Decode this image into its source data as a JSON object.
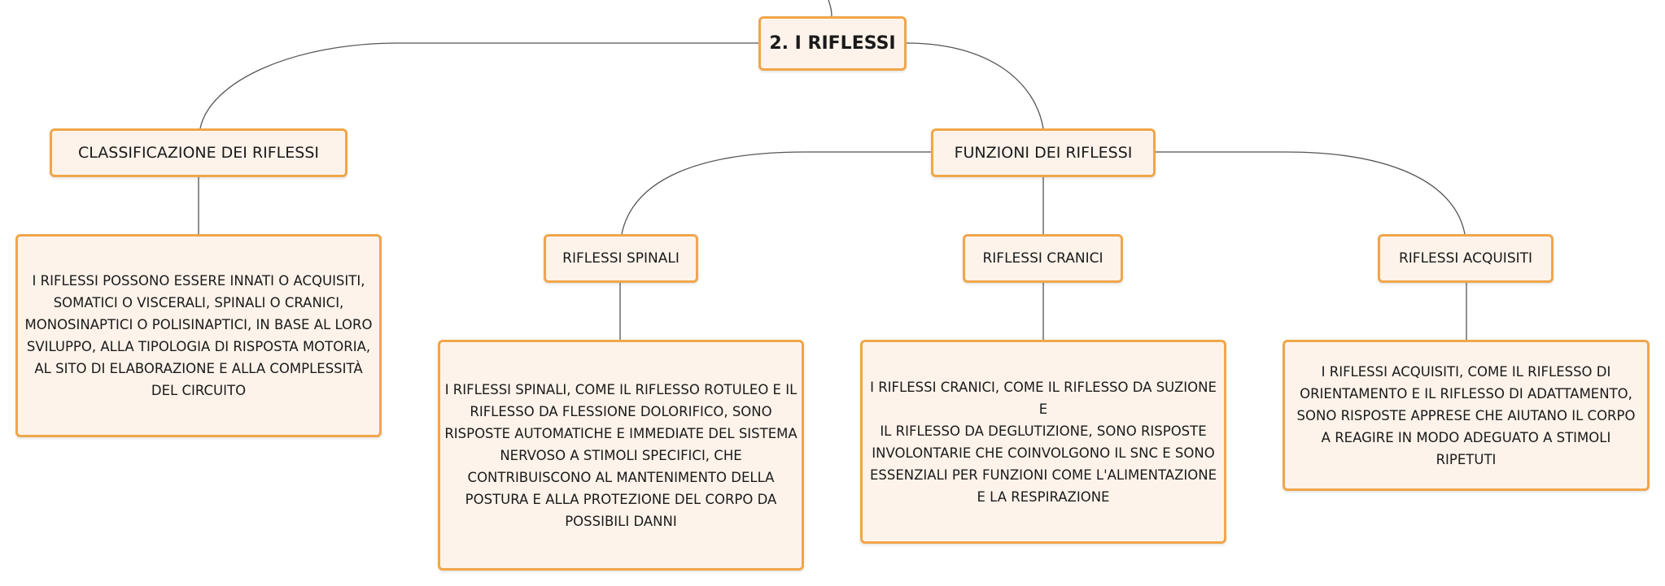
{
  "diagram": {
    "root": {
      "label": "2. I RIFLESSI"
    },
    "classificazione": {
      "label": "CLASSIFICAZIONE DEI RIFLESSI",
      "description": [
        "I RIFLESSI POSSONO ESSERE INNATI O ACQUISITI,",
        "SOMATICI O VISCERALI, SPINALI O CRANICI,",
        "MONOSINAPTICI O POLISINAPTICI, IN BASE AL LORO",
        "SVILUPPO, ALLA TIPOLOGIA DI RISPOSTA MOTORIA,",
        "AL SITO DI ELABORAZIONE E ALLA COMPLESSITÀ",
        "DEL CIRCUITO"
      ]
    },
    "funzioni": {
      "label": "FUNZIONI DEI RIFLESSI",
      "spinali": {
        "label": "RIFLESSI SPINALI",
        "description": [
          "I RIFLESSI SPINALI, COME IL RIFLESSO ROTULEO E IL",
          "RIFLESSO DA FLESSIONE DOLORIFICO, SONO",
          "RISPOSTE AUTOMATICHE E IMMEDIATE DEL SISTEMA",
          "NERVOSO A STIMOLI SPECIFICI, CHE",
          "CONTRIBUISCONO AL MANTENIMENTO DELLA",
          "POSTURA E ALLA PROTEZIONE DEL CORPO DA",
          "POSSIBILI DANNI"
        ]
      },
      "cranici": {
        "label": "RIFLESSI CRANICI",
        "description": [
          "I RIFLESSI CRANICI, COME IL RIFLESSO DA SUZIONE E",
          "IL RIFLESSO DA DEGLUTIZIONE, SONO RISPOSTE",
          "INVOLONTARIE CHE COINVOLGONO IL SNC E SONO",
          "ESSENZIALI PER FUNZIONI COME L'ALIMENTAZIONE",
          "E LA RESPIRAZIONE"
        ]
      },
      "acquisiti": {
        "label": "RIFLESSI ACQUISITI",
        "description": [
          "I RIFLESSI ACQUISITI, COME IL RIFLESSO DI",
          "ORIENTAMENTO E IL RIFLESSO DI ADATTAMENTO,",
          "SONO RISPOSTE APPRESE CHE AIUTANO IL CORPO",
          "A REAGIRE IN MODO ADEGUATO A STIMOLI",
          "RIPETUTI"
        ]
      }
    },
    "colors": {
      "node_fill": "#fdf3ea",
      "node_border": "#f0a64a",
      "connector": "#555555"
    }
  }
}
